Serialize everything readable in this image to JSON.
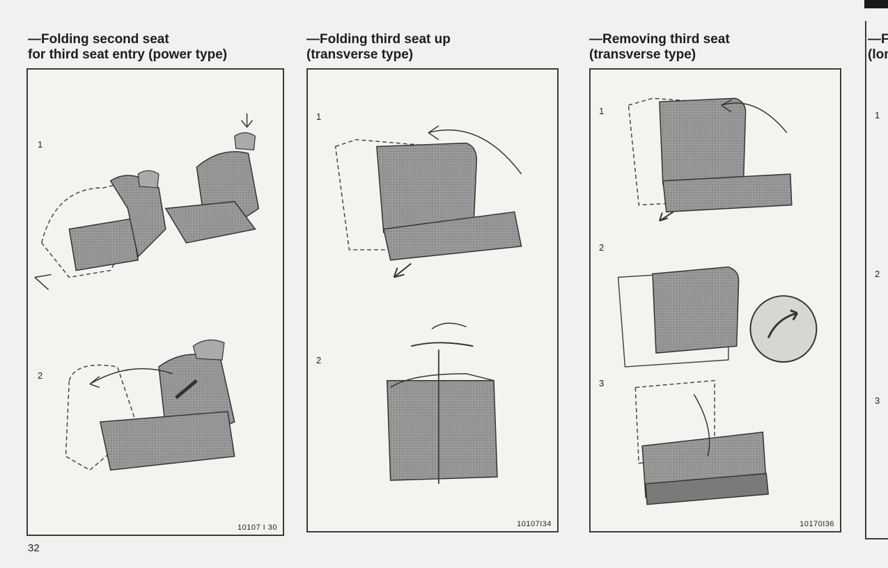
{
  "page_number": "32",
  "sections": [
    {
      "title_line1": "—Folding second seat",
      "title_line2": "for third seat entry (power type)",
      "steps": [
        "1",
        "2"
      ],
      "figure_code": "10107 I 30"
    },
    {
      "title_line1": "—Folding third seat up",
      "title_line2": "(transverse type)",
      "steps": [
        "1",
        "2"
      ],
      "figure_code": "10107I34"
    },
    {
      "title_line1": "—Removing third seat",
      "title_line2": "(transverse type)",
      "steps": [
        "1",
        "2",
        "3"
      ],
      "figure_code": "10170I36"
    },
    {
      "title_line1": "—F",
      "title_line2": "(lon",
      "steps": [
        "1",
        "2",
        "3"
      ]
    }
  ],
  "colors": {
    "panel_border": "#3b3b3b",
    "seat_fill": "#8f8f8f",
    "bleed_text": "#cfcfcc"
  }
}
